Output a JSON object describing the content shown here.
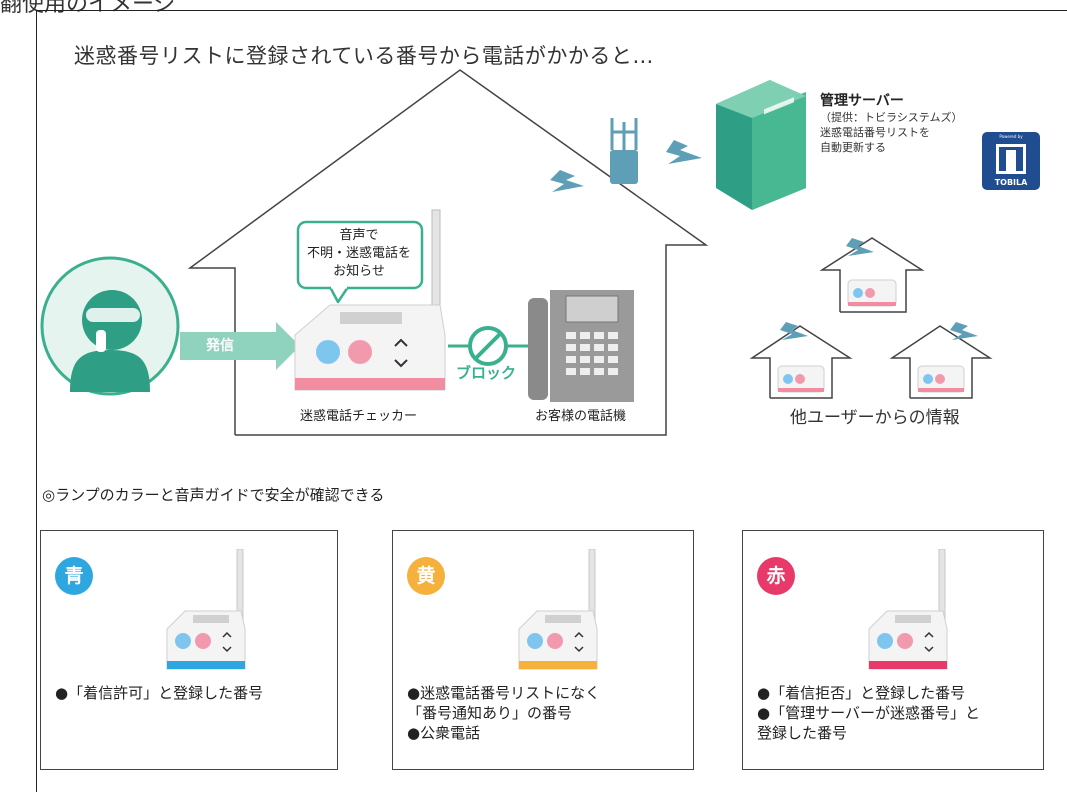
{
  "top_caption": "翻使用のイメージ",
  "headline": "迷惑番号リストに登録されている番号から電話がかかると…",
  "server": {
    "name": "管理サーバー",
    "description": "（提供：トビラシステムズ）\n迷惑電話番号リストを\n自動更新する",
    "logo_label": "TOBILA",
    "logo_powered": "Powered by"
  },
  "speech_bubble": "音声で\n不明・迷惑電話を\nお知らせ",
  "call_label": "発信",
  "block_label": "ブロック",
  "checker_label": "迷惑電話チェッカー",
  "phone_label": "お客様の電話機",
  "other_users_label": "他ユーザーからの情報",
  "lamp_section_title": "◎ランプのカラーと音声ガイドで安全が確認できる",
  "colors": {
    "accent": "#3bb08f",
    "house_line": "#444444",
    "blue": "#2ea7e0",
    "yellow": "#f5b13c",
    "red": "#e8396b"
  },
  "lamp_cards": [
    {
      "badge": "青",
      "color": "#2ea7e0",
      "lines": [
        "●「着信許可」と登録した番号"
      ]
    },
    {
      "badge": "黄",
      "color": "#f5b13c",
      "lines": [
        "●迷惑電話番号リストになく",
        "「番号通知あり」の番号",
        "●公衆電話"
      ]
    },
    {
      "badge": "赤",
      "color": "#e8396b",
      "lines": [
        "●「着信拒否」と登録した番号",
        "●「管理サーバーが迷惑番号」と",
        "登録した番号"
      ]
    }
  ]
}
